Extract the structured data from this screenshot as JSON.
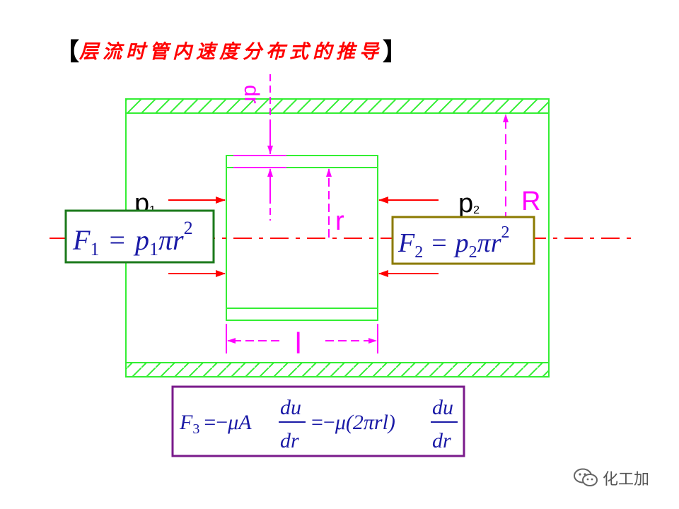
{
  "title": {
    "bracket_left": "【",
    "text": "层流时管内速度分布式的推导",
    "bracket_right": "】"
  },
  "diagram": {
    "label_dr": "dr",
    "label_p1": "p",
    "label_p1_sub": "1",
    "label_p2": "p",
    "label_p2_sub": "2",
    "label_R": "R",
    "label_r": "r",
    "label_l": "l"
  },
  "formulas": {
    "f1": {
      "F": "F",
      "sub": "1",
      "eq": "=",
      "p": "p",
      "psub": "1",
      "pi": "π",
      "r": "r",
      "exp": "2"
    },
    "f2": {
      "F": "F",
      "sub": "2",
      "eq": "=",
      "p": "p",
      "psub": "2",
      "pi": "π",
      "r": "r",
      "exp": "2"
    },
    "f3": {
      "F": "F",
      "sub": "3",
      "eq1": "=",
      "minus1": "−",
      "mu1": "μ",
      "A": "A",
      "num": "du",
      "den": "dr",
      "eq2": "=",
      "minus2": "−",
      "mu2": "μ",
      "paren": "(2πrl)",
      "num2": "du",
      "den2": "dr"
    }
  },
  "watermark": {
    "icon": "wechat-icon",
    "text": "化工加"
  },
  "colors": {
    "pipe": "#33ee33",
    "arrow": "#ff0000",
    "dim": "#ff00ff",
    "axis": "#ff0000",
    "formula_text": "#1a1aa6",
    "f1_border": "#1b7a1b",
    "f2_border": "#8b7a00",
    "f3_border": "#7a1b8b"
  }
}
